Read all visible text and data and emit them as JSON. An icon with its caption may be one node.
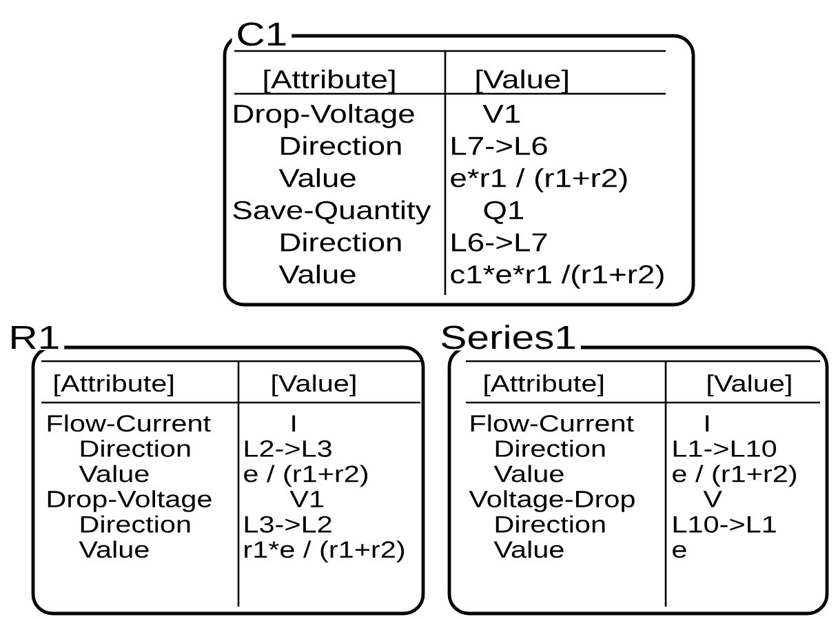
{
  "diagram": {
    "nodes": [
      {
        "text": [
          "C1",
          "[Attribute]",
          "[Value]",
          "Drop-Voltage",
          "V1",
          "Direction",
          "L7->L6",
          "Value",
          "e*r1 / (r1+r2)",
          "Save-Quantity",
          "Q1",
          "Direction",
          "L6->L7",
          "Value",
          "c1*e*r1 /(r1+r2)"
        ]
      },
      {
        "text": [
          "R1",
          "[Attribute]",
          "[Value]",
          "Flow-Current",
          "I",
          "Direction",
          "L2->L3",
          "Value",
          "e / (r1+r2)",
          "Drop-Voltage",
          "V1",
          "Direction",
          "L3->L2",
          "Value",
          "r1*e / (r1+r2)"
        ]
      },
      {
        "text": [
          "Series1",
          "[Attribute]",
          "[Value]",
          "Flow-Current",
          "I",
          "Direction",
          "L1->L10",
          "Value",
          "e / (r1+r2)",
          "Voltage-Drop",
          "V",
          "Direction",
          "L10->L1",
          "Value",
          "e"
        ]
      }
    ]
  }
}
